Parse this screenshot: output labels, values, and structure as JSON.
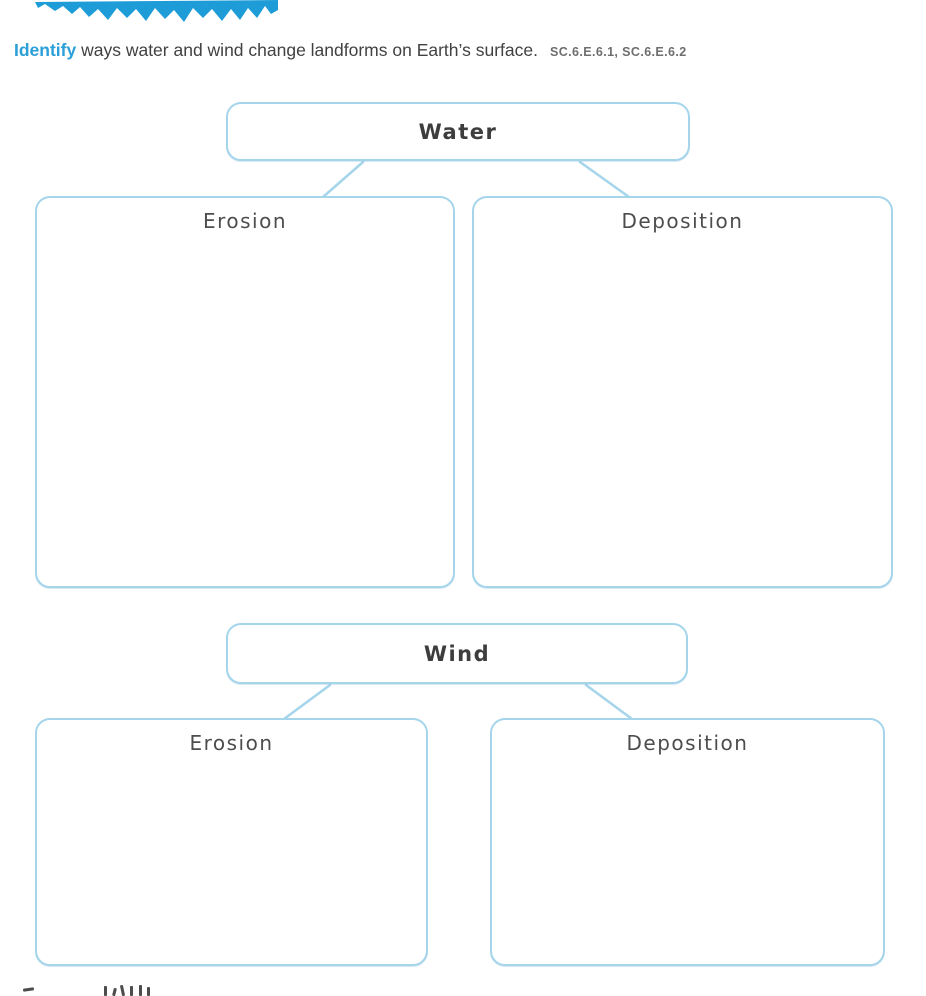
{
  "prompt": {
    "keyword": "Identify",
    "sentence": " ways water and wind change landforms on Earth’s surface.",
    "standards": "SC.6.E.6.1, SC.6.E.6.2"
  },
  "organizers": [
    {
      "topic": "Water",
      "children": [
        {
          "label": "Erosion",
          "answer": ""
        },
        {
          "label": "Deposition",
          "answer": ""
        }
      ]
    },
    {
      "topic": "Wind",
      "children": [
        {
          "label": "Erosion",
          "answer": ""
        },
        {
          "label": "Deposition",
          "answer": ""
        }
      ]
    }
  ],
  "colors": {
    "brand_blue": "#2B9FD8",
    "scribble_blue": "#1E9CD7",
    "box_border": "#A5D5EB",
    "label_gray": "#4D4D4D",
    "body_text_gray": "#414141",
    "standards_gray": "#6E6E6E"
  }
}
